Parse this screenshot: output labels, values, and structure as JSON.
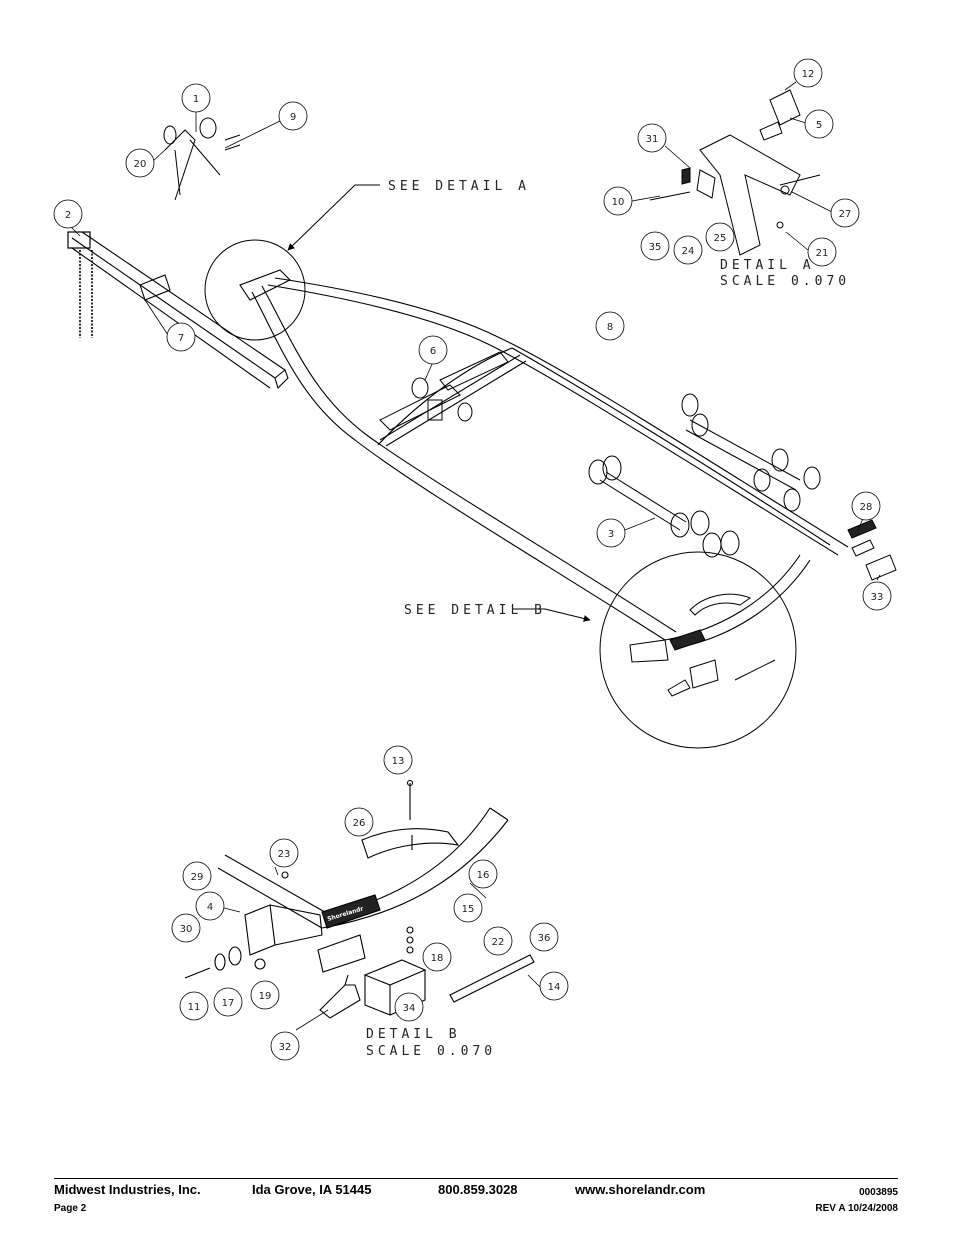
{
  "callouts": [
    {
      "num": "1"
    },
    {
      "num": "9"
    },
    {
      "num": "20"
    },
    {
      "num": "2"
    },
    {
      "num": "7"
    },
    {
      "num": "12"
    },
    {
      "num": "5"
    },
    {
      "num": "31"
    },
    {
      "num": "10"
    },
    {
      "num": "27"
    },
    {
      "num": "35"
    },
    {
      "num": "24"
    },
    {
      "num": "25"
    },
    {
      "num": "21"
    },
    {
      "num": "8"
    },
    {
      "num": "6"
    },
    {
      "num": "3"
    },
    {
      "num": "28"
    },
    {
      "num": "33"
    },
    {
      "num": "13"
    },
    {
      "num": "26"
    },
    {
      "num": "23"
    },
    {
      "num": "29"
    },
    {
      "num": "4"
    },
    {
      "num": "16"
    },
    {
      "num": "15"
    },
    {
      "num": "30"
    },
    {
      "num": "18"
    },
    {
      "num": "22"
    },
    {
      "num": "36"
    },
    {
      "num": "14"
    },
    {
      "num": "11"
    },
    {
      "num": "17"
    },
    {
      "num": "19"
    },
    {
      "num": "34"
    },
    {
      "num": "32"
    }
  ],
  "labels": {
    "see_detail_a": "SEE DETAIL  A",
    "see_detail_b": "SEE DETAIL  B",
    "detail_a": "DETAIL  A",
    "detail_a_scale": "SCALE  0.070",
    "detail_b": "DETAIL  B",
    "detail_b_scale": "SCALE  0.070",
    "fender_brand": "Shorelandr"
  },
  "footer": {
    "company": "Midwest Industries, Inc.",
    "location": "Ida Grove, IA  51445",
    "phone": "800.859.3028",
    "website": "www.shorelandr.com",
    "doc_number": "0003895",
    "page": "Page 2",
    "revision": "REV A  10/24/2008"
  }
}
